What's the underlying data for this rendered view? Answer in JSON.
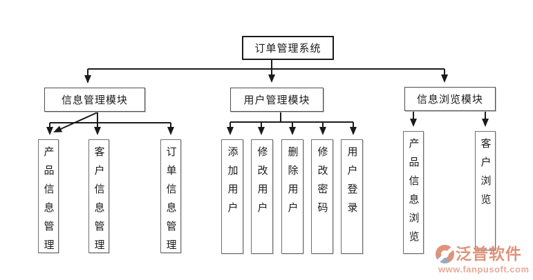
{
  "diagram": {
    "root": {
      "label": "订单管理系统"
    },
    "modules": [
      {
        "label": "信息管理模块"
      },
      {
        "label": "用户管理模块"
      },
      {
        "label": "信息浏览模块"
      }
    ],
    "leaves": [
      {
        "label": "产品信息管理",
        "parent": "信息管理模块"
      },
      {
        "label": "客户信息管理",
        "parent": "信息管理模块"
      },
      {
        "label": "订单信息管理",
        "parent": "信息管理模块"
      },
      {
        "label": "添加用户",
        "parent": "用户管理模块"
      },
      {
        "label": "修改用户",
        "parent": "用户管理模块"
      },
      {
        "label": "删除用户",
        "parent": "用户管理模块"
      },
      {
        "label": "修改密码",
        "parent": "用户管理模块"
      },
      {
        "label": "用户登录",
        "parent": "用户管理模块"
      },
      {
        "label": "产品信息浏览",
        "parent": "信息浏览模块"
      },
      {
        "label": "客户浏览",
        "parent": "信息浏览模块"
      }
    ]
  },
  "watermark": {
    "brand": "泛普软件",
    "url": "www.fanpusoft.com",
    "brand_color": "#dd8a70",
    "url_color": "#e8a28e",
    "icon": "fanpu-swoosh-circle-icon"
  },
  "colors": {
    "background": "#ffffff",
    "connector_line": "#1a1a1a",
    "box_border": "#4d4d4d",
    "text": "#1a1a1a"
  }
}
